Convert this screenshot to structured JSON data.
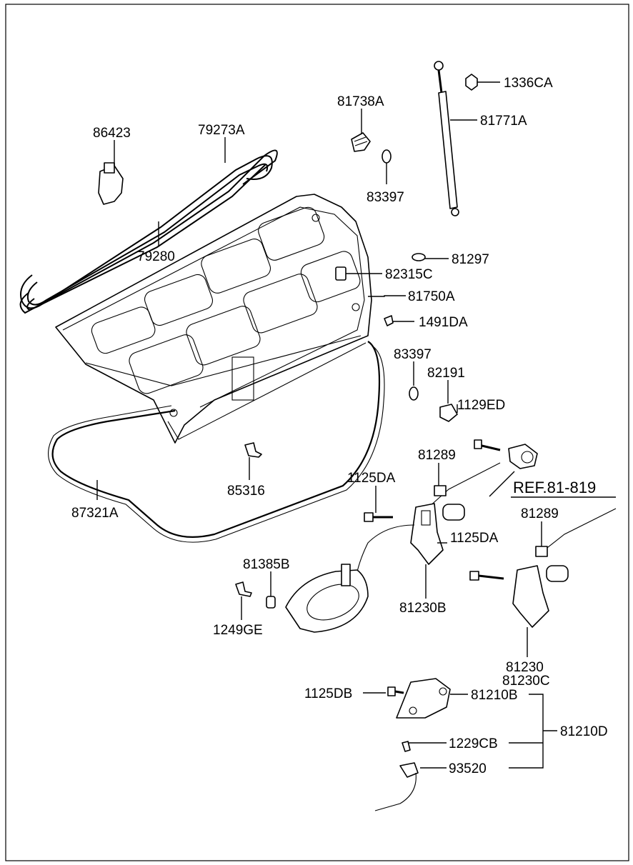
{
  "diagram": {
    "labels": {
      "p1336CA": "1336CA",
      "p81738A": "81738A",
      "p81771A": "81771A",
      "p86423": "86423",
      "p79273A": "79273A",
      "p83397a": "83397",
      "p79280": "79280",
      "p81297": "81297",
      "p82315C": "82315C",
      "p81750A": "81750A",
      "p1491DA": "1491DA",
      "p83397b": "83397",
      "p82191": "82191",
      "p1129ED": "1129ED",
      "p81289a": "81289",
      "p1125DAa": "1125DA",
      "p85316": "85316",
      "ref": "REF.81-819",
      "p87321A": "87321A",
      "p81289b": "81289",
      "p1125DAb": "1125DA",
      "p81385B": "81385B",
      "p81230B": "81230B",
      "p1249GE": "1249GE",
      "p81230": "81230",
      "p81230C": "81230C",
      "p1125DB": "1125DB",
      "p81210B": "81210B",
      "p81210D": "81210D",
      "p1229CB": "1229CB",
      "p93520": "93520"
    }
  }
}
